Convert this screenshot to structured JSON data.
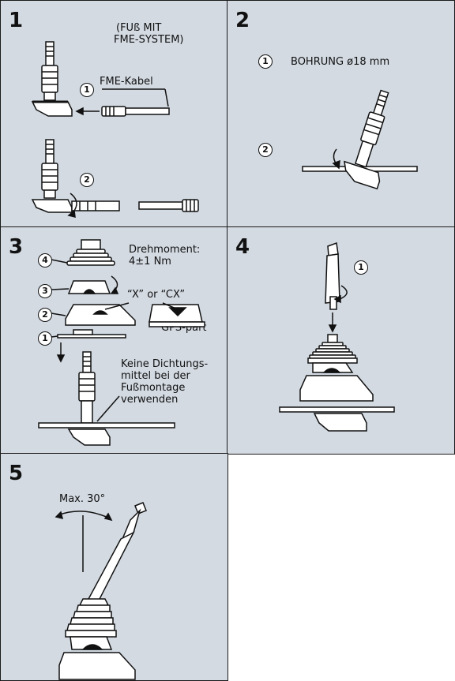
{
  "panels": {
    "p1": {
      "number": "1",
      "note_line1": "(FUß MIT",
      "note_line2": "FME-SYSTEM)",
      "callout_1": "1",
      "callout_2": "2",
      "label_cable": "FME-Kabel"
    },
    "p2": {
      "number": "2",
      "callout_1": "1",
      "label_hole": "BOHRUNG ø18 mm",
      "callout_2": "2"
    },
    "p3": {
      "number": "3",
      "torque_line1": "Drehmoment:",
      "torque_line2": "4±1 Nm",
      "callout_4": "4",
      "callout_3": "3",
      "callout_2": "2",
      "callout_1": "1",
      "label_x": "“X” or “CX”",
      "label_gps": "GPS-part",
      "note_line1": "Keine Dichtungs-",
      "note_line2": "mittel bei der",
      "note_line3": "Fußmontage",
      "note_line4": "verwenden"
    },
    "p4": {
      "number": "4",
      "callout_1": "1"
    },
    "p5": {
      "number": "5",
      "label_angle": "Max. 30°"
    }
  },
  "colors": {
    "panel_bg": "#d3dae2",
    "line": "#1a1a1a"
  }
}
